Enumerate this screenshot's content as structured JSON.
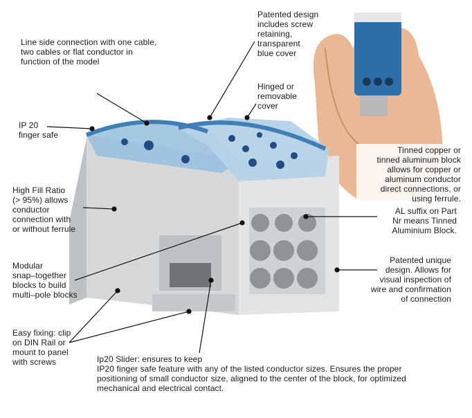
{
  "labels": {
    "line_side": "Line side connection with one cable,\ntwo cables or flat conductor  in\nfunction of the model",
    "patented_design": "Patented design\nincludes screw\nretaining,\ntransparent\nblue cover",
    "hinged": "Hinged or\nremovable\ncover",
    "ip20": "IP 20\nfinger safe",
    "high_fill": "High Fill Ratio\n(> 95%) allows\nconductor\nconnection with\nor without ferrule",
    "modular": "Modular\nsnap–together\nblocks to build\nmulti–pole blocks",
    "easy_fixing": "Easy fixing: clip\non DIN Rail or\nmount to panel\nwith screws",
    "slider": "Ip20 Slider: ensures to keep\nIP20 finger safe feature with any of the listed conductor sizes. Ensures the proper\npositioning of small conductor size, aligned to the center of the block, for optimized\nmechanical and electrical contact.",
    "tinned": "Tinned copper or\ntinned aluminum block\nallows for copper or\naluminum conductor\ndirect connections, or\nusing ferrule.",
    "al_suffix": "AL suffix on Part\nNr means Tinned\nAluminium Block.",
    "patented_unique": "Patented unique\ndesign. Allows for\nvisual inspection of\nwire and confirmation\nof connection"
  },
  "colors": {
    "cover_blue": "#3f7fb5",
    "housing_grey": "#d4d6d8",
    "skin": "#e8b48f"
  }
}
